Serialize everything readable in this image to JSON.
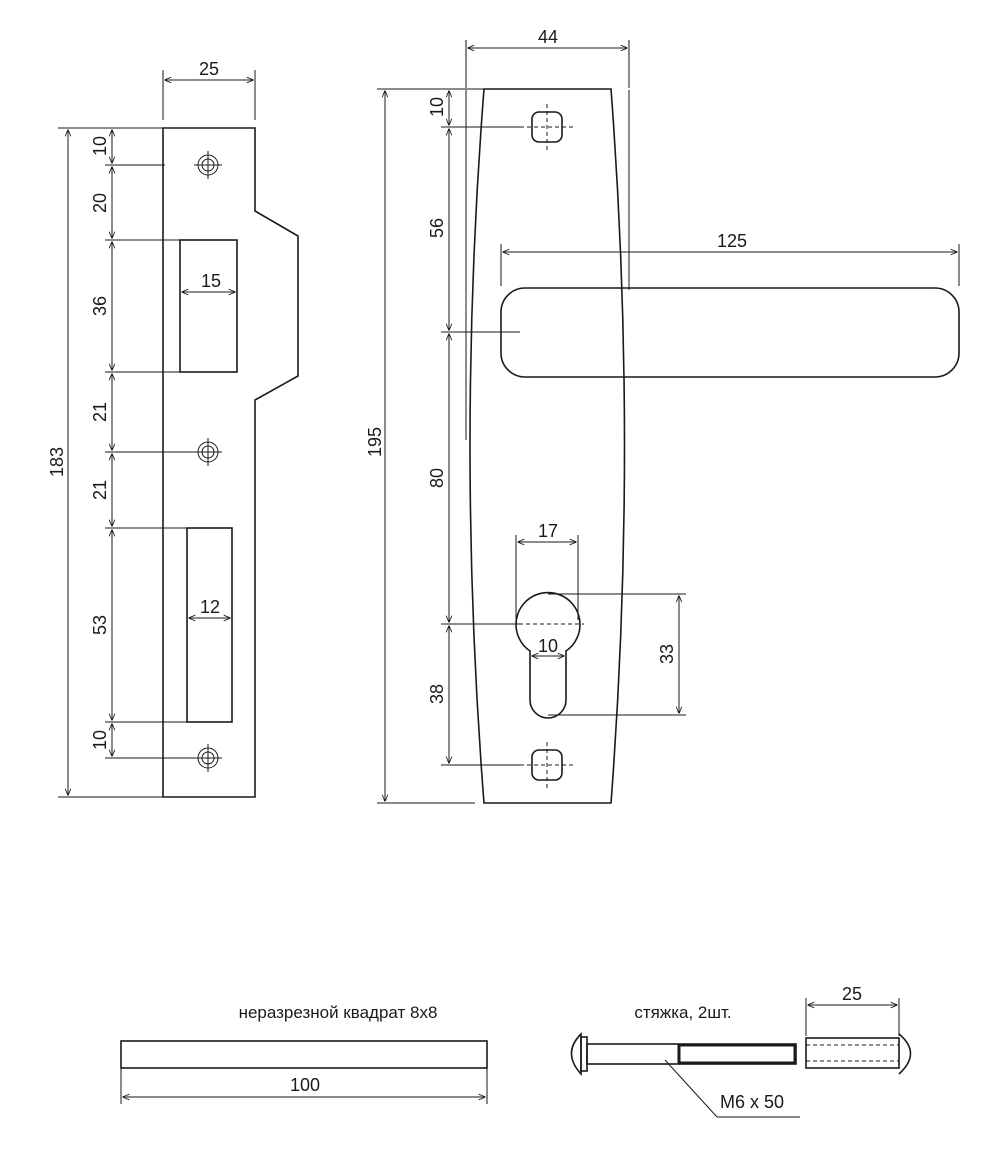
{
  "strike_plate": {
    "width": "25",
    "height": "183",
    "seg": [
      "10",
      "20",
      "36",
      "21",
      "21",
      "53",
      "10"
    ],
    "slot1_width": "15",
    "slot2_width": "12"
  },
  "handle_plate": {
    "width": "44",
    "height": "195",
    "seg": [
      "10",
      "56",
      "80",
      "38"
    ],
    "lever_length": "125",
    "cyl_width": "17",
    "cyl_height": "33",
    "cyl_slot": "10"
  },
  "spindle": {
    "caption": "неразрезной квадрат 8х8",
    "length": "100"
  },
  "bolt": {
    "caption": "стяжка, 2шт.",
    "length": "25",
    "spec": "М6 х 50"
  }
}
